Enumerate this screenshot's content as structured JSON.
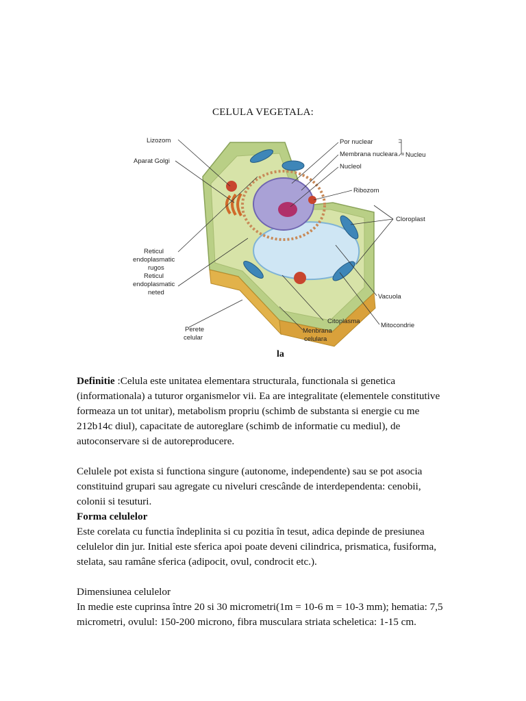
{
  "title": "CELULA VEGETALA:",
  "caption": "la",
  "diagram": {
    "labels": {
      "lizozom": "Lizozom",
      "aparat_golgi": "Aparat Golgi",
      "reticul_rugos_1": "Reticul",
      "reticul_rugos_2": "endoplasmatic",
      "reticul_rugos_3": "rugos",
      "reticul_neted_1": "Reticul",
      "reticul_neted_2": "endoplasmatic",
      "reticul_neted_3": "neted",
      "perete_1": "Perete",
      "perete_2": "celular",
      "por_nuclear": "Por nuclear",
      "membrana_nucleara": "Membrana nucleara",
      "nucleol": "Nucleol",
      "nucleu": "Nucleu",
      "ribozom": "Ribozom",
      "cloroplast": "Cloroplast",
      "vacuola": "Vacuola",
      "citoplasma": "Citoplasma",
      "mitocondrie": "Mitocondrie",
      "membrana_celulara_1": "Menbrana",
      "membrana_celulara_2": "celulara"
    }
  },
  "definitie": {
    "heading": "Definitie",
    "body": " :Celula este unitatea elementara structurala, functionala si genetica (informationala) a tuturor organismelor vii. Ea are integralitate (elementele constitutive formeaza un tot unitar), metabolism propriu (schimb de substanta si energie cu me 212b14c diul), capacitate de autoreglare (schimb de informatie cu mediul), de autoconservare si de autoreproducere."
  },
  "paragraph2": "Celulele pot exista si functiona singure (autonome, independente) sau se pot asocia constituind grupari sau agregate cu niveluri crescânde de interdependenta: cenobii, colonii si tesuturi.",
  "forma": {
    "heading": "Forma celulelor",
    "body": "Este corelata cu functia îndeplinita si cu pozitia în tesut, adica depinde de presiunea celulelor din jur. Initial este sferica apoi poate deveni cilindrica, prismatica, fusiforma, stelata, sau ramâne sferica (adipocit, ovul, condrocit etc.)."
  },
  "dimensiunea": {
    "heading": "Dimensiunea celulelor",
    "body": "In medie este cuprinsa între 20 si 30 micrometri(1m = 10-6 m = 10-3 mm); hematia: 7,5 micrometri, ovulul: 150-200 microno, fibra musculara striata scheletica: 1-15 cm."
  }
}
